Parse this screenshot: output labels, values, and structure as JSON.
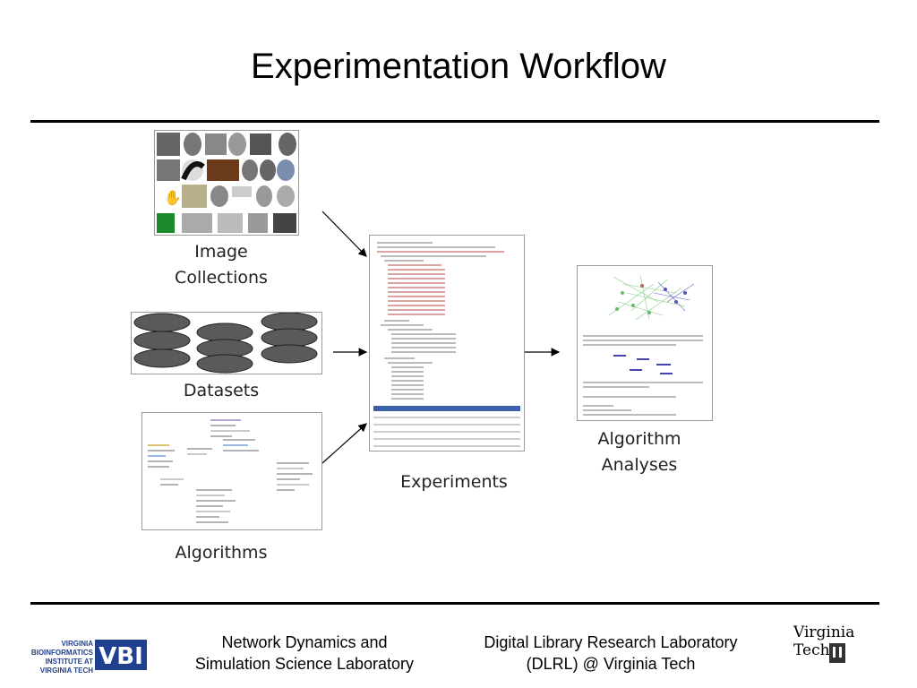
{
  "title": "Experimentation Workflow",
  "nodes": {
    "image_collections": "Image\nCollections",
    "datasets": "Datasets",
    "algorithms": "Algorithms",
    "experiments": "Experiments",
    "algorithm_analyses": "Algorithm\nAnalyses"
  },
  "footer": {
    "left_lab": "Network Dynamics and\nSimulation Science Laboratory",
    "right_lab": "Digital Library Research Laboratory\n(DLRL) @ Virginia Tech",
    "vbi_logo_text": "VIRGINIA BIOINFORMATICS INSTITUTE AT VIRGINIA TECH",
    "vt_logo_text": "Virginia Tech"
  },
  "colors": {
    "rule": "#000000",
    "arrow": "#000000",
    "disk_fill": "#5a5a5a",
    "vbi_blue": "#1f3f8f"
  }
}
